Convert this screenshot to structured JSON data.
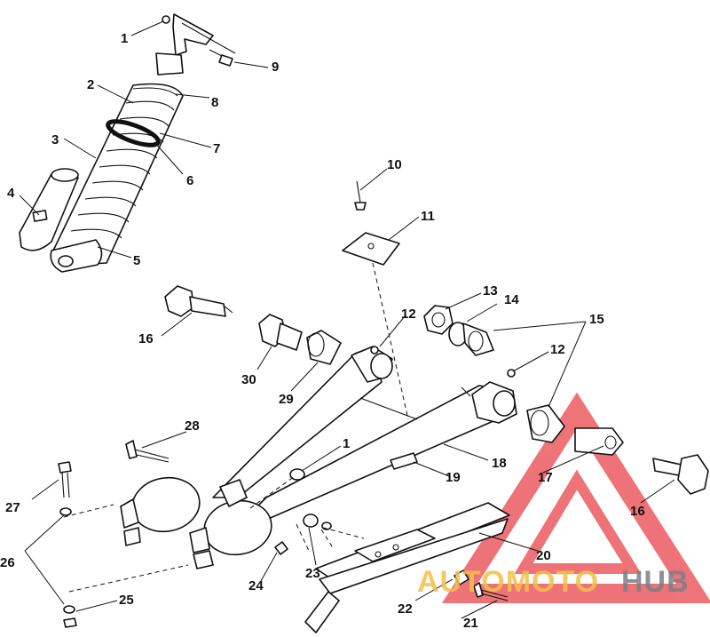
{
  "callouts": {
    "c1a": "1",
    "c1b": "1",
    "c2": "2",
    "c3": "3",
    "c4": "4",
    "c5": "5",
    "c6": "6",
    "c7": "7",
    "c8": "8",
    "c9": "9",
    "c10": "10",
    "c11": "11",
    "c12a": "12",
    "c12b": "12",
    "c13": "13",
    "c14": "14",
    "c15": "15",
    "c16a": "16",
    "c16b": "16",
    "c17": "17",
    "c18": "18",
    "c19": "19",
    "c20": "20",
    "c21": "21",
    "c22": "22",
    "c23": "23",
    "c24": "24",
    "c25": "25",
    "c26": "26",
    "c27": "27",
    "c28": "28",
    "c29": "29",
    "c30": "30"
  },
  "watermark": {
    "part1": "AUTOMOTO",
    "part2": "HUB",
    "color_red": "#e8454b",
    "color_yellow": "#f3c04a",
    "color_gray": "#7a7f86"
  }
}
